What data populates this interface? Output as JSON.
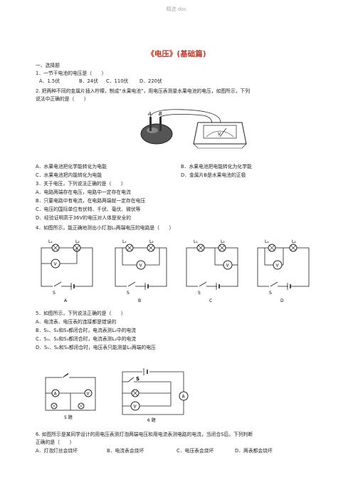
{
  "header": {
    "watermark": "精选 doc"
  },
  "title": "《电压》(基础篇)",
  "section": "一、选择题",
  "q1": {
    "stem": "1．一节干电池的电压是（　　）",
    "options": [
      "A．1.5伏",
      "B．24伏",
      "C．110伏",
      "D．220伏"
    ]
  },
  "q2": {
    "stem_line1": "2. 把两种不同的金属片插入柠檬，制成“水果电池”，用电压表测量水果电池的电压，如图所示，下列",
    "stem_line2": "说法中正确的是（　　）",
    "fig_labels": {
      "a": "A",
      "b": "B",
      "meter": "V"
    },
    "options": [
      "A．水果电池把化学能转化为电能",
      "B．水果电池把电能转化为化学能",
      "C．水果电池把内能转化为电能",
      "D．金属片B是水果电池的正极"
    ]
  },
  "q3": {
    "stem": "3．关于电压，下列说法正确的是（　　）",
    "options": [
      "A．电路两端存在电压，电路中一定存在电流",
      "B．只要电路中有电流，在电路两端就一定存在电压",
      "C．电压的国际单位有伏特、千伏、毫伏、微伏等",
      "D．经验证明高于36V的电压对人体是安全的"
    ]
  },
  "q4": {
    "stem": "4．如图所示，能正确地测出小灯泡L₁两端电压的电路是（　　）",
    "circuit_labels": [
      "A",
      "B",
      "C",
      "D"
    ],
    "l1": "L₁",
    "l2": "L₂",
    "s": "S",
    "v": "V"
  },
  "q5": {
    "stem": "5．如图所示，下列说法正确的是（　　）",
    "options": [
      "A．电流表、电压表的连接都是错误的",
      "B．S₁、S₂和S₃都闭合时，电流表测L₂中的电流",
      "C．S₁、S₂和S₃都闭合时，电流表测L₁中的电流",
      "D．S₁、S₂和S₃都闭合时，电压表只能测量L₂两端的电压"
    ],
    "fig5_caption": "5 题",
    "fig6_caption": "6 题",
    "fig_s": "S",
    "fig_a": "A",
    "fig_v": "V"
  },
  "q6": {
    "stem_line1": "6. 如图所示是某同学设计的用电压表测灯泡两端电压和用电流表测电路的电流，当闭合S后，下列判断",
    "stem_line2": "正确的是（　　）",
    "options": [
      "A．灯泡灯丝会烧坏",
      "B．电流表会烧坏",
      "C．电压表会烧坏",
      "D．两表都会烧坏"
    ]
  }
}
